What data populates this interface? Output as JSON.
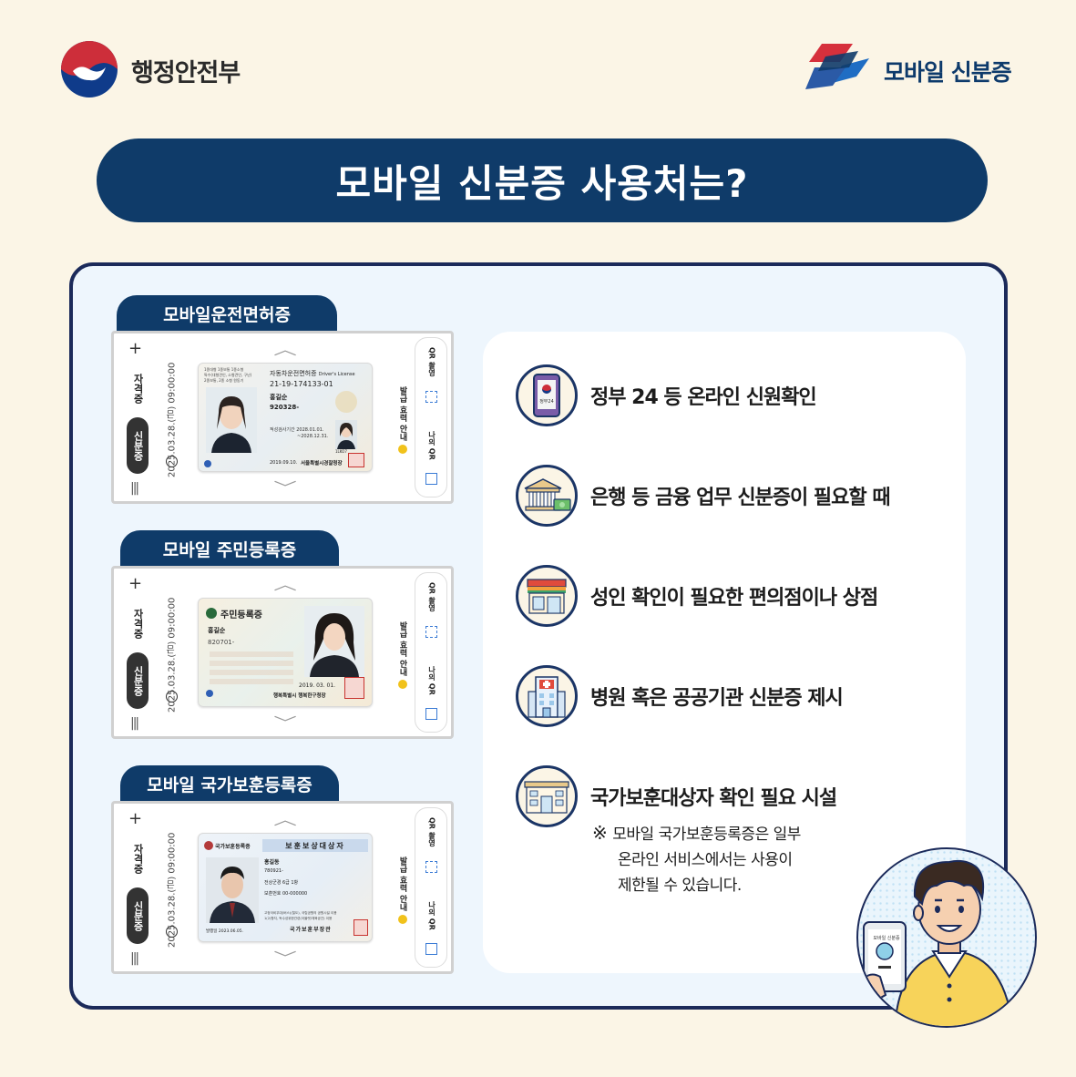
{
  "header": {
    "ministry_name": "행정안전부",
    "brand_name": "모바일 신분증"
  },
  "title": "모바일 신분증 사용처는?",
  "cards": [
    {
      "label": "모바일운전면허증",
      "side_tab_top": "자격증",
      "side_tab_bottom": "신분증",
      "timestamp": "2025.03.28.(금) 09:00:00",
      "notice": "발급 효력 안내",
      "qr_scan": "QR 촬영",
      "my_qr": "나의 QR",
      "card_title": "자동차운전면허증",
      "card_title_en": "Driver's License",
      "card_number": "21-19-174133-01",
      "name": "홍길순",
      "resident_no": "920328-",
      "renewal_label": "적성검사기간",
      "renewal_from": "2028.01.01.",
      "renewal_to": "~2028.12.31.",
      "issue_date": "2019.09.10.",
      "issuer": "서울특별시경찰청장",
      "small_code": "1LKO7",
      "top_note_1": "1종대형 1종보통 1종소형",
      "top_note_2": "특수(대형견인, 소형견인, 구난)",
      "top_note_3": "2종보통, 2종 소형 원동기"
    },
    {
      "label": "모바일 주민등록증",
      "side_tab_top": "자격증",
      "side_tab_bottom": "신분증",
      "timestamp": "2025.03.28.(금) 09:00:00",
      "notice": "발급 효력 안내",
      "qr_scan": "QR 촬영",
      "my_qr": "나의 QR",
      "card_title": "주민등록증",
      "name": "홍길순",
      "resident_no": "820701-",
      "issue_date": "2019. 03. 01.",
      "issuer": "행복특별시 행복한구청장"
    },
    {
      "label": "모바일 국가보훈등록증",
      "side_tab_top": "자격증",
      "side_tab_bottom": "신분증",
      "timestamp": "2025.03.28.(금) 09:00:00",
      "notice": "발급 효력 안내",
      "qr_scan": "QR 촬영",
      "my_qr": "나의 QR",
      "card_title": "국가보훈등록증",
      "card_banner": "보훈보상대상자",
      "name": "홍길동",
      "resident_no": "780921-",
      "field_1": "전상군경 6급 1항",
      "field_2": "보훈번호 00-000000",
      "fine_print_1": "고정국비우대(버스)(철도), 국립공원의 공원시설 이용",
      "fine_print_2": "1(2)항지, 독수성위한관련(아울렛/체육공간) 이용",
      "issue_label": "발행일",
      "issue_date": "2023.06.05.",
      "issuer": "국가보훈부장관"
    }
  ],
  "usages": [
    {
      "icon": "smartphone-gov24-icon",
      "text": "정부 24 등 온라인 신원확인",
      "phone_caption": "정부24"
    },
    {
      "icon": "bank-icon",
      "text": "은행 등 금융 업무 신분증이 필요할 때"
    },
    {
      "icon": "convenience-store-icon",
      "text": "성인 확인이 필요한 편의점이나 상점"
    },
    {
      "icon": "hospital-icon",
      "text": "병원 혹은 공공기관 신분증 제시"
    },
    {
      "icon": "public-facility-icon",
      "text": "국가보훈대상자 확인 필요 시설"
    }
  ],
  "note": {
    "mark": "※",
    "line1": "모바일 국가보훈등록증은 일부",
    "line2": "온라인 서비스에서는 사용이",
    "line3": "제한될 수 있습니다."
  },
  "mascot_phone_label": "모바일 신분증",
  "colors": {
    "background": "#fbf5e6",
    "navy": "#0f3b69",
    "panel": "#eef6fd",
    "panel_border": "#1b2a5a",
    "brand_red": "#d6303c",
    "brand_blue": "#1f6dc3"
  }
}
